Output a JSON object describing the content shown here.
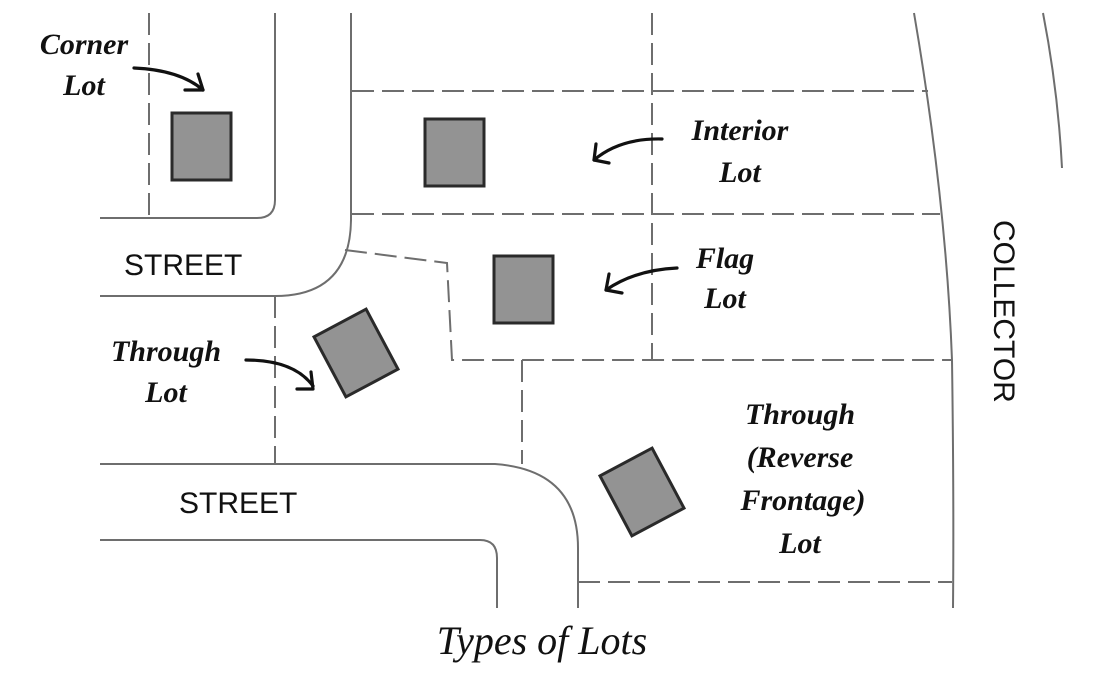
{
  "diagram": {
    "caption": "Types of Lots",
    "streets": {
      "upper": "STREET",
      "lower": "STREET",
      "collector": "COLLECTOR"
    },
    "lots": [
      {
        "id": "corner",
        "lines": [
          "Corner",
          "Lot"
        ]
      },
      {
        "id": "interior",
        "lines": [
          "Interior",
          "Lot"
        ]
      },
      {
        "id": "flag",
        "lines": [
          "Flag",
          "Lot"
        ]
      },
      {
        "id": "through",
        "lines": [
          "Through",
          "Lot"
        ]
      },
      {
        "id": "reverse-frontage",
        "lines": [
          "Through",
          "(Reverse",
          "Frontage)",
          "Lot"
        ]
      }
    ],
    "colors": {
      "building_fill": "#939393",
      "building_stroke": "#2a2a2a",
      "line": "#6e6e6e",
      "text": "#111111"
    }
  }
}
